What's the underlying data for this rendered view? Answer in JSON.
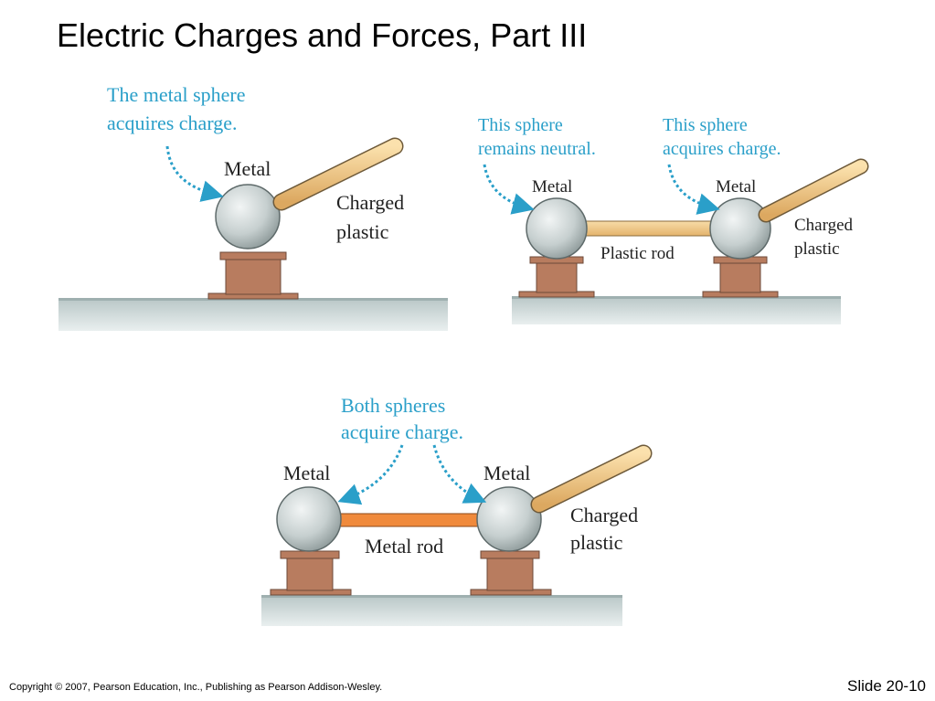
{
  "title": "Electric Charges and Forces, Part III",
  "colors": {
    "annotation_blue": "#2a9fc9",
    "sphere": "#c8d0d0",
    "stand": "#b87c5f",
    "plastic_rod": "#f0c27a",
    "metal_rod": "#f08a3c",
    "ground": "#cfdada"
  },
  "panel1": {
    "annotation_line1": "The metal sphere",
    "annotation_line2": "acquires charge.",
    "metal_label": "Metal",
    "plastic_line1": "Charged",
    "plastic_line2": "plastic"
  },
  "panel2": {
    "left_annotation_line1": "This sphere",
    "left_annotation_line2": "remains neutral.",
    "right_annotation_line1": "This sphere",
    "right_annotation_line2": "acquires charge.",
    "left_metal_label": "Metal",
    "right_metal_label": "Metal",
    "rod_label": "Plastic rod",
    "plastic_line1": "Charged",
    "plastic_line2": "plastic"
  },
  "panel3": {
    "annotation_line1": "Both spheres",
    "annotation_line2": "acquire charge.",
    "left_metal_label": "Metal",
    "right_metal_label": "Metal",
    "rod_label": "Metal rod",
    "plastic_line1": "Charged",
    "plastic_line2": "plastic"
  },
  "footer": {
    "copyright": "Copyright © 2007, Pearson Education, Inc., Publishing as Pearson Addison-Wesley.",
    "slide_number": "Slide 20-10"
  }
}
